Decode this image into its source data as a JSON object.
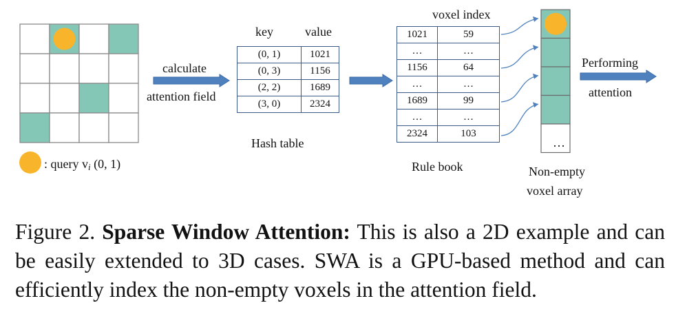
{
  "figure": {
    "grid": {
      "rows": 4,
      "cols": 4,
      "filled_cells": [
        [
          0,
          1
        ],
        [
          0,
          3
        ],
        [
          2,
          2
        ],
        [
          3,
          0
        ]
      ],
      "query_cell": [
        0,
        1
      ],
      "fill_color": "#84c7b7",
      "query_color": "#f8b52c"
    },
    "legend": {
      "prefix": ": query v",
      "sub": "i",
      "coords": "(0, 1)"
    },
    "arrow1": {
      "line1": "calculate",
      "line2": "attention field"
    },
    "hash_table": {
      "key_header": "key",
      "value_header": "value",
      "rows": [
        {
          "key": "(0, 1)",
          "value": "1021"
        },
        {
          "key": "(0, 3)",
          "value": "1156"
        },
        {
          "key": "(2, 2)",
          "value": "1689"
        },
        {
          "key": "(3, 0)",
          "value": "2324"
        }
      ],
      "label": "Hash table"
    },
    "rule_book": {
      "header": "voxel index",
      "rows": [
        {
          "a": "1021",
          "b": "59"
        },
        {
          "a": "…",
          "b": "…"
        },
        {
          "a": "1156",
          "b": "64"
        },
        {
          "a": "…",
          "b": "…"
        },
        {
          "a": "1689",
          "b": "99"
        },
        {
          "a": "…",
          "b": "…"
        },
        {
          "a": "2324",
          "b": "103"
        }
      ],
      "label": "Rule book"
    },
    "voxel_array": {
      "ellipsis": "…",
      "label_line1": "Non-empty",
      "label_line2": "voxel array"
    },
    "arrow3": {
      "line1": "Performing",
      "line2": "attention"
    },
    "colors": {
      "arrow": "#4e81bd",
      "arrow_stroke": "#3a6aa8",
      "grid_line": "#8a8a8a"
    }
  },
  "caption": {
    "prefix": "Figure 2.",
    "bold": "Sparse Window Attention:",
    "text": "This is also a 2D example and can be easily extended to 3D cases.  SWA is a GPU-based method and can efficiently index the non-empty voxels in the attention field."
  }
}
